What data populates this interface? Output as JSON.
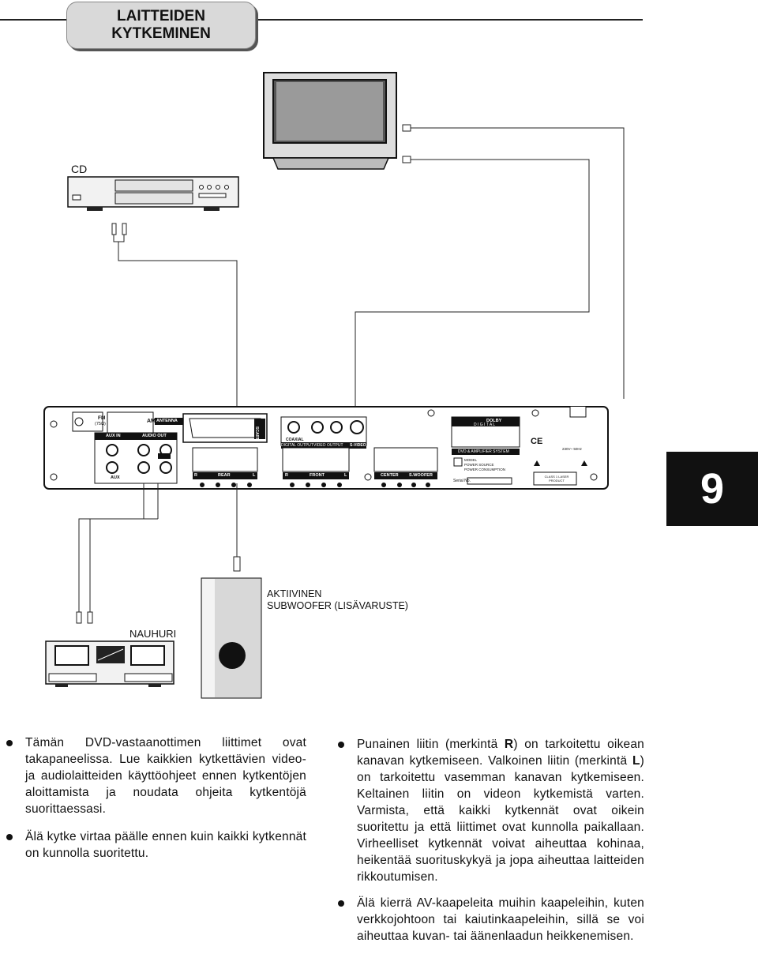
{
  "header": {
    "title_line1": "LAITTEIDEN",
    "title_line2": "KYTKEMINEN"
  },
  "chapter_number": "9",
  "devices": {
    "cd_label": "CD",
    "tape_label": "NAUHURI",
    "subwoofer_label_line1": "AKTIIVINEN",
    "subwoofer_label_line2": "SUBWOOFER (LISÄVARUSTE)"
  },
  "panel": {
    "fm": "FM",
    "fm_ohm": "(75Ω)",
    "am": "AM",
    "antenna": "ANTENNA",
    "aux_in": "AUX IN",
    "audio_out": "AUDIO OUT",
    "aux": "AUX",
    "scart": "SCART",
    "coaxial": "COAXIAL",
    "digital_output": "DIGITAL OUTPUT",
    "video_output": "VIDEO OUTPUT",
    "s_video": "S-VIDEO",
    "rear": "REAR",
    "front": "FRONT",
    "center": "CENTER",
    "swoofer": "S.WOOFER",
    "r": "R",
    "l": "L",
    "dolby": "DOLBY",
    "digital": "D I G I T A L",
    "system": "DVD & AMPLIFIER SYSTEM",
    "model": "MODEL",
    "power_source": "POWER SOURCE",
    "power_consumption": "POWER CONSUMPTION",
    "serial": "Serial No.",
    "voltage": "230V~ 50Hz",
    "ce": "CE",
    "class1": "CLASS 1 LASER PRODUCT"
  },
  "left_column": [
    "Tämän DVD-vastaanottimen liittimet ovat takapaneelissa. Lue kaikkien kytkettävien video- ja audiolaitteiden käyttöohjeet ennen kytkentöjen aloittamista ja noudata ohjeita kytkentöjä suorittaessasi.",
    "Älä kytke virtaa päälle ennen kuin kaikki kytkennät on kunnolla suoritettu."
  ],
  "right_column": [
    {
      "parts": [
        "Punainen liitin (merkintä ",
        "R",
        ") on tarkoitettu oikean kanavan kytkemiseen. Valkoinen liitin (merkintä ",
        "L",
        ") on tarkoitettu vasemman kanavan kytkemiseen. Keltainen liitin on videon kytkemistä varten. Varmista, että kaikki kytkennät ovat oikein suoritettu ja että liittimet ovat kunnolla paikallaan. Virheelliset kytkennät voivat aiheuttaa kohinaa, heikentää suorituskykyä ja jopa aiheuttaa laitteiden rikkoutumisen."
      ]
    },
    {
      "parts": [
        "Älä kierrä AV-kaapeleita muihin kaapeleihin, kuten verkkojohtoon tai kaiutinkaapeleihin, sillä se voi aiheuttaa kuvan- tai äänenlaadun heikkenemisen."
      ]
    }
  ]
}
